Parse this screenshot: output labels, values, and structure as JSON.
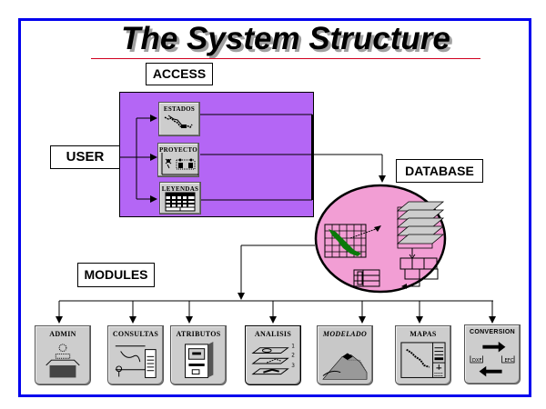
{
  "title": "The System Structure",
  "colors": {
    "frame": "#0000ee",
    "title_rule": "#d00020",
    "access_panel": "#b466f5",
    "database_ellipse": "#f29ed4",
    "map_green": "#0a7a0a",
    "tile_gray": "#cdcdcd"
  },
  "labels": {
    "access": "ACCESS",
    "user": "USER",
    "database": "DATABASE",
    "modules": "MODULES"
  },
  "access_tiles": [
    {
      "label": "ESTADOS",
      "icon": "map-icon"
    },
    {
      "label": "PROYECTO",
      "icon": "people-network-icon"
    },
    {
      "label": "LEYENDAS",
      "icon": "grid-table-icon"
    }
  ],
  "modules": [
    {
      "label": "ADMIN",
      "icon": "admin-stack-icon"
    },
    {
      "label": "CONSULTAS",
      "icon": "query-chart-icon"
    },
    {
      "label": "ATRIBUTOS",
      "icon": "computer-icon"
    },
    {
      "label": "ANALISIS",
      "icon": "layers-icon",
      "layer_numbers": [
        "1",
        "2",
        "3"
      ]
    },
    {
      "label": "MODELADO",
      "icon": "terrain-icon"
    },
    {
      "label": "MAPAS",
      "icon": "map-window-icon"
    },
    {
      "label": "CONVERSION",
      "icon": "convert-arrows-icon",
      "formats": [
        "DXF",
        "EFC"
      ]
    }
  ]
}
